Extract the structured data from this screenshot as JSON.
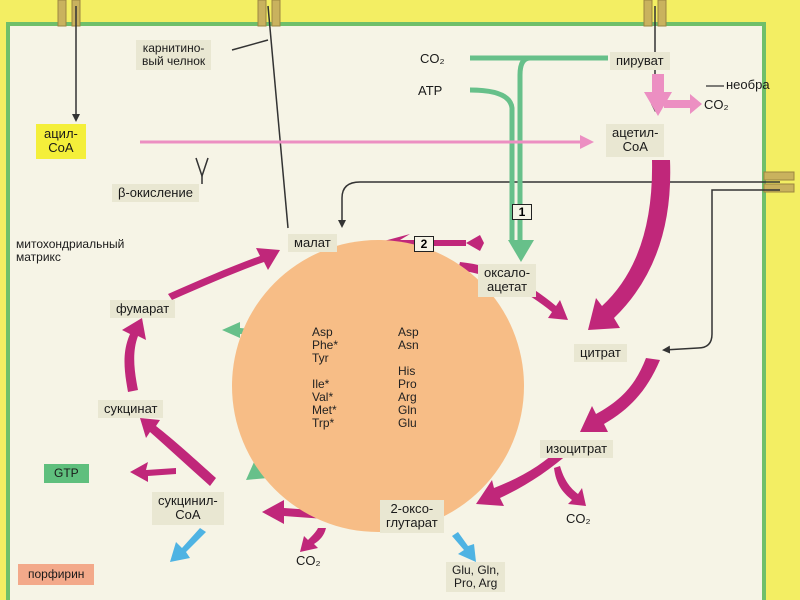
{
  "labels": {
    "carnitine_shuttle": "карнитино-\nвый челнок",
    "co2_top": "CO₂",
    "atp": "ATP",
    "pyruvate": "пируват",
    "neobr": "необра",
    "co2_pdh": "CO₂",
    "acyl_coa": "ацил-\nCoA",
    "acetyl_coa": "ацетил-\nCoA",
    "beta_oxidation": "β-окисление",
    "mito_matrix": "митохондриальный\nматрикс",
    "malate": "малат",
    "oxaloacetate": "оксало-\nацетат",
    "fumarate": "фумарат",
    "citrate": "цитрат",
    "succinate": "сукцинат",
    "isocitrate": "изоцитрат",
    "gtp": "GTP",
    "succinyl_coa": "сукцинил-\nCoA",
    "oxoglutarate": "2-оксо-\nглутарат",
    "co2_isocitrate": "CO₂",
    "co2_oxoglutarate": "CO₂",
    "porphyrin": "порфирин",
    "glu_products": "Glu, Gln,\nPro, Arg",
    "step1": "1",
    "step2": "2"
  },
  "amino_acids": {
    "left_column": "Asp\nPhe*\nTyr\n\nIle*\nVal*\nMet*\nTrp*",
    "right_column": "Asp\nAsn\n\nHis\nPro\nArg\nGln\nGlu"
  },
  "colors": {
    "membrane": "#f3ee63",
    "matrix": "#f6f4e6",
    "magenta_flow": "#c0277a",
    "pink_flow": "#ec8fc2",
    "green_flow": "#67c08a",
    "blue_flow": "#4eb3e3",
    "amino_circle": "#f7bd86",
    "channel": "#c9b25e"
  }
}
